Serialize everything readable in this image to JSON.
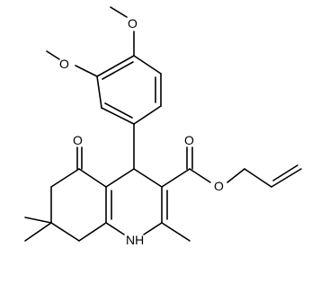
{
  "atoms": {
    "O_methoxy_top": "O",
    "O_methoxy_left": "O",
    "O_ketone": "O",
    "O_ester_carbonyl": "O",
    "O_ester_single": "O",
    "NH": "NH"
  },
  "colors": {
    "bond": "#000000",
    "text": "#000000",
    "background": "#ffffff"
  }
}
